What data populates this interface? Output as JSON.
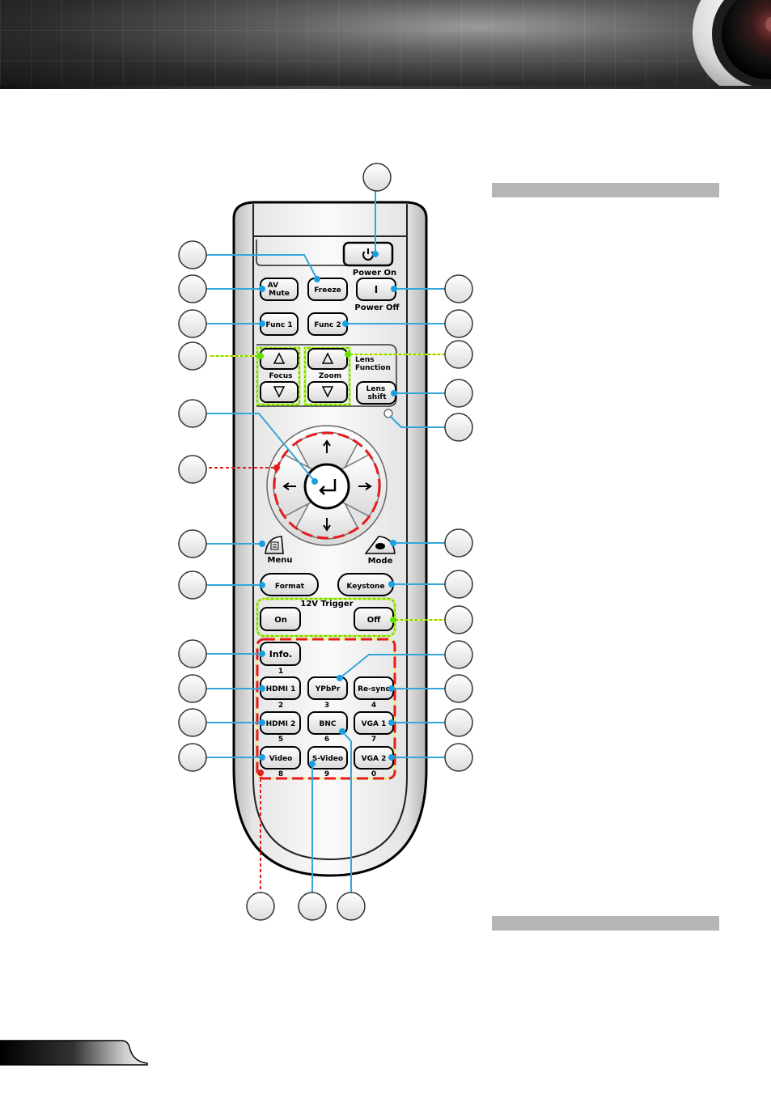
{
  "remote": {
    "buttons": {
      "av_mute": "AV Mute",
      "freeze": "Freeze",
      "power_on_symbol": "I",
      "func1": "Func 1",
      "func2": "Func 2",
      "lens_shift": "Lens shift",
      "format": "Format",
      "keystone": "Keystone",
      "on": "On",
      "off": "Off",
      "info": "Info.",
      "hdmi1": "HDMI 1",
      "ypbpr": "YPbPr",
      "resync": "Re-sync",
      "hdmi2": "HDMI 2",
      "bnc": "BNC",
      "vga1": "VGA 1",
      "video": "Video",
      "svideo": "S-Video",
      "vga2": "VGA 2"
    },
    "labels": {
      "power_on": "Power On",
      "power_off": "Power Off",
      "focus": "Focus",
      "zoom": "Zoom",
      "lens_function": "Lens Function",
      "menu": "Menu",
      "mode": "Mode",
      "trigger": "12V Trigger"
    },
    "digits": [
      "1",
      "2",
      "3",
      "4",
      "5",
      "6",
      "7",
      "8",
      "9",
      "0"
    ]
  },
  "colors": {
    "leader_blue": "#34a6d9",
    "dot_blue": "#1aa0de",
    "group_green": "#66dd00",
    "group_yellow": "#ffee44",
    "dashed_red": "#e41b1b",
    "callout_fill": "#f4f4f4"
  }
}
